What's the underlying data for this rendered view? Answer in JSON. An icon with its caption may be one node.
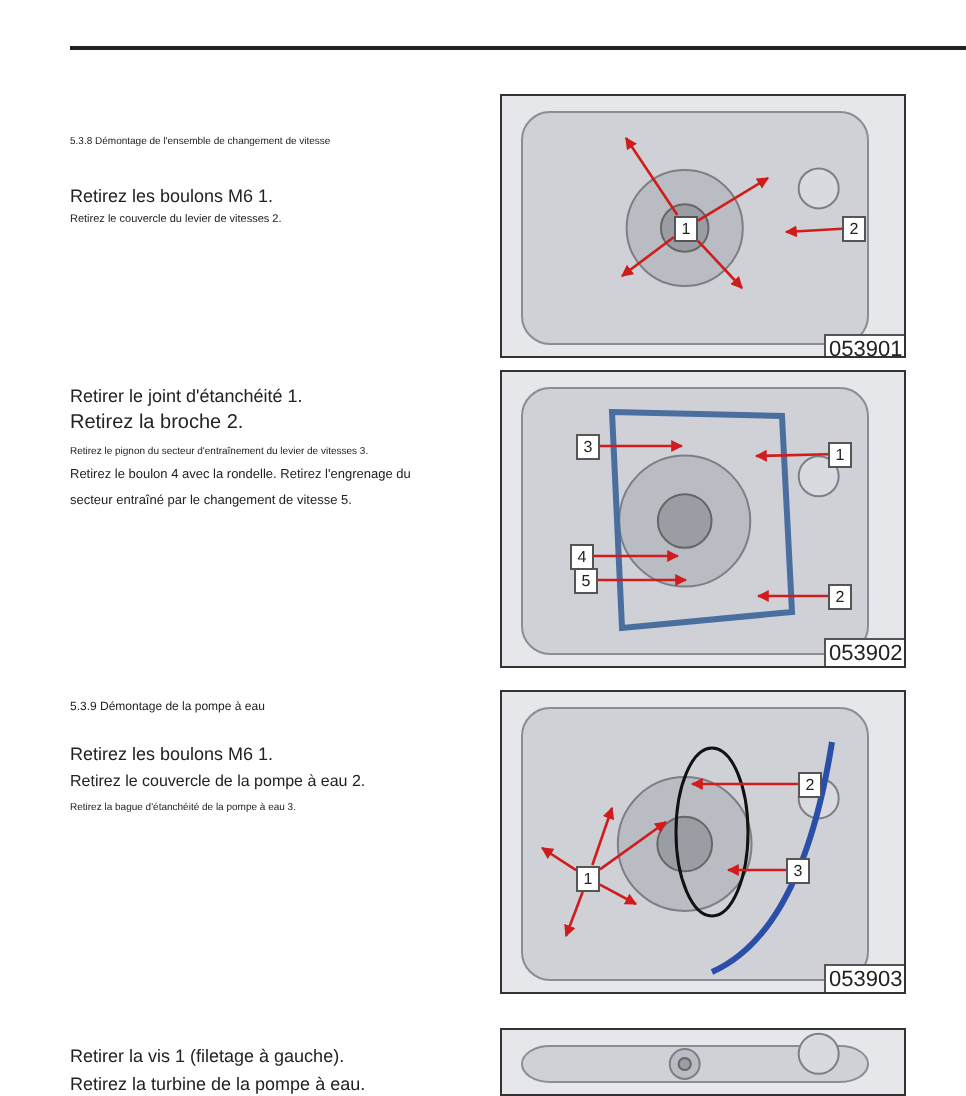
{
  "diagram": {
    "nodes": [
      {
        "text": [],
        "shape": "picture"
      },
      {
        "text": [
          "1"
        ],
        "in": 0
      },
      {
        "text": [
          "2"
        ],
        "in": 0
      },
      {
        "text": [
          "053901"
        ],
        "in": 0
      },
      {
        "text": [],
        "shape": "picture"
      },
      {
        "text": [
          "3"
        ],
        "in": 4
      },
      {
        "text": [
          "1"
        ],
        "in": 4
      },
      {
        "text": [
          "4"
        ],
        "in": 4
      },
      {
        "text": [
          "5"
        ],
        "in": 4
      },
      {
        "text": [
          "2"
        ],
        "in": 4
      },
      {
        "text": [
          "053902"
        ],
        "in": 4
      },
      {
        "text": [],
        "shape": "picture"
      },
      {
        "text": [
          "2"
        ],
        "in": 11
      },
      {
        "text": [
          "3"
        ],
        "in": 11
      },
      {
        "text": [
          "1"
        ],
        "in": 11
      },
      {
        "text": [
          "053903"
        ],
        "in": 11
      },
      {
        "text": [],
        "shape": "picture"
      }
    ],
    "edges": [
      {
        "from": 1,
        "to": null,
        "arrow": "to"
      },
      {
        "from": 1,
        "to": null,
        "arrow": "to"
      },
      {
        "from": 1,
        "to": null,
        "arrow": "to"
      },
      {
        "from": 1,
        "to": null,
        "arrow": "to"
      },
      {
        "from": 2,
        "to": null,
        "arrow": "to"
      },
      {
        "from": 5,
        "to": null,
        "arrow": "to"
      },
      {
        "from": 6,
        "to": null,
        "arrow": "to"
      },
      {
        "from": 7,
        "to": null,
        "arrow": "to"
      },
      {
        "from": 8,
        "to": null,
        "arrow": "to"
      },
      {
        "from": 9,
        "to": null,
        "arrow": "to"
      },
      {
        "from": 12,
        "to": null,
        "arrow": "to"
      },
      {
        "from": 13,
        "to": null,
        "arrow": "to"
      },
      {
        "from": 14,
        "to": null,
        "arrow": "to"
      },
      {
        "from": 14,
        "to": null,
        "arrow": "to"
      },
      {
        "from": 14,
        "to": null,
        "arrow": "to"
      },
      {
        "from": 14,
        "to": null,
        "arrow": "to"
      },
      {
        "from": 14,
        "to": null,
        "arrow": "to"
      }
    ],
    "labels": [
      "5.3.8 Démontage de l'ensemble de changement de vitesse",
      "Retirez les boulons M6 1.",
      "Retirez le couvercle du levier de vitesses 2.",
      "Retirer le joint d'étanchéité 1.",
      "Retirez la broche 2.",
      "Retirez le pignon du secteur d'entraînement du levier de vitesses 3.",
      "Retirez le boulon 4 avec la rondelle. Retirez l'engrenage du secteur entraîné par le changement de vitesse 5.",
      "5.3.9 Démontage de la pompe à eau",
      "Retirez les boulons M6 1.",
      "Retirez le couvercle de la pompe à eau 2.",
      "Retirez la bague d'étanchéité de la pompe à eau 3.",
      "Retirer la vis 1 (filetage à gauche).",
      "Retirez la turbine de la pompe à eau."
    ]
  }
}
